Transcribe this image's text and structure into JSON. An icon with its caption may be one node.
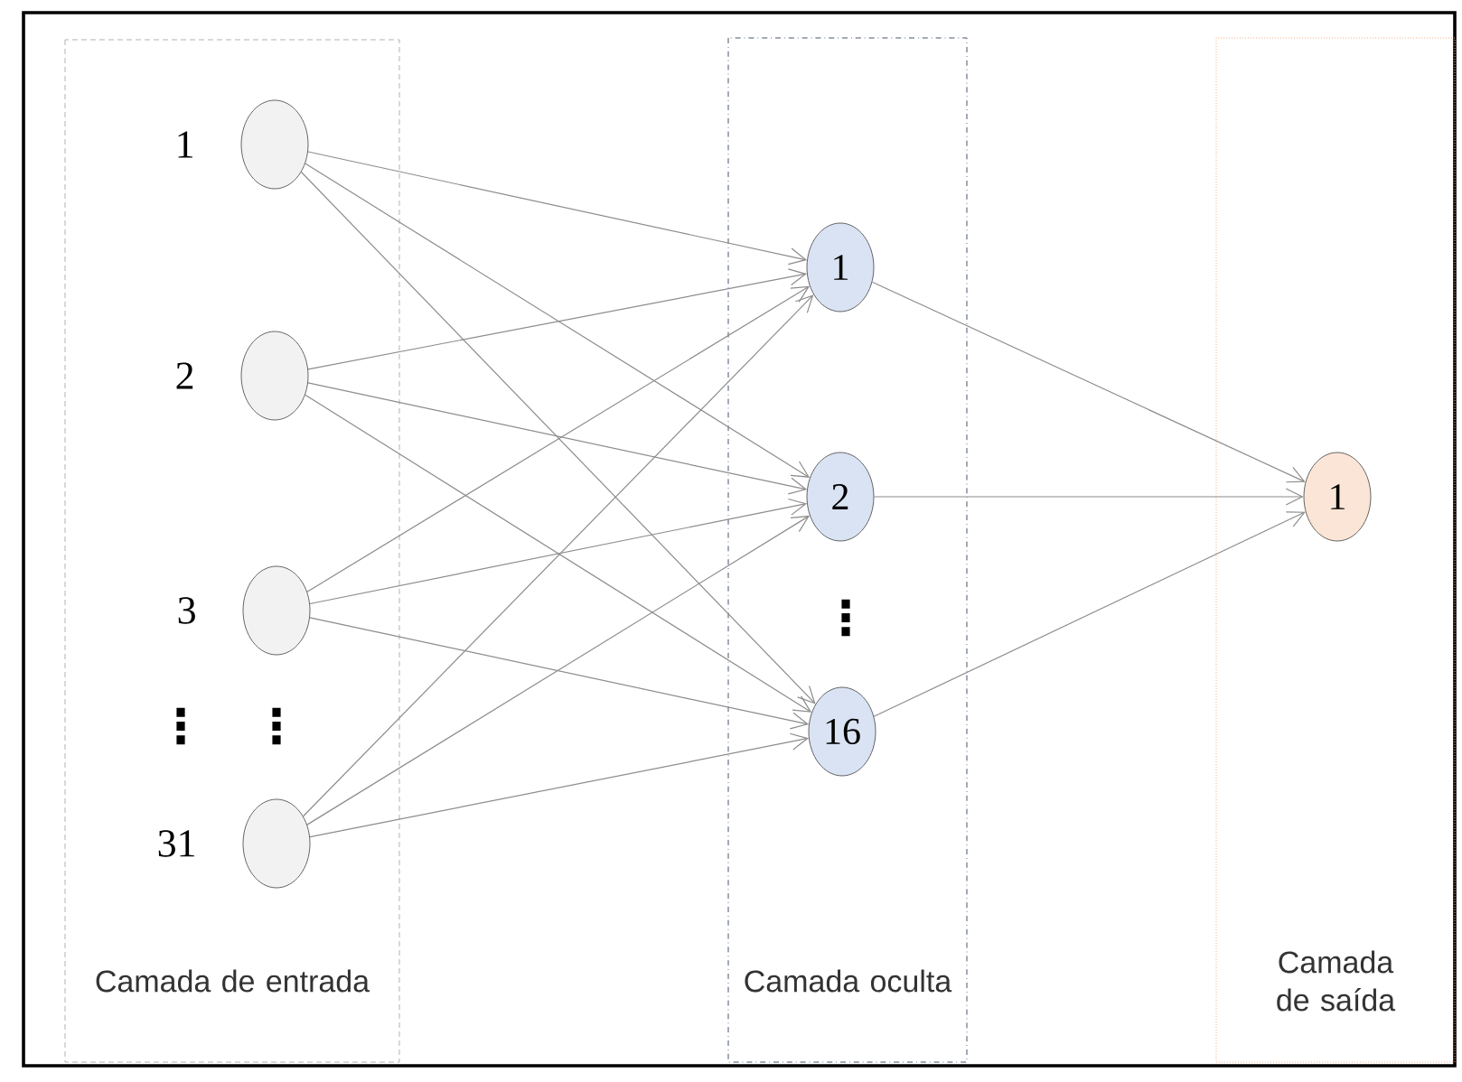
{
  "diagram": {
    "nodes": [
      {
        "text": [
          "Camada de entrada"
        ]
      },
      {
        "text": [
          "Camada oculta"
        ]
      },
      {
        "text": [
          "Camada de saída"
        ]
      },
      {
        "text": [],
        "shape": "circle",
        "in": 0,
        "beside": [
          "1"
        ]
      },
      {
        "text": [],
        "shape": "circle",
        "in": 0,
        "beside": [
          "2"
        ]
      },
      {
        "text": [],
        "shape": "circle",
        "in": 0,
        "beside": [
          "3"
        ]
      },
      {
        "text": [],
        "shape": "circle",
        "in": 0,
        "beside": [
          "31"
        ]
      },
      {
        "text": [
          "1"
        ],
        "in": 1
      },
      {
        "text": [
          "2"
        ],
        "in": 1
      },
      {
        "text": [
          "16"
        ],
        "in": 1
      },
      {
        "text": [
          "1"
        ],
        "in": 2
      }
    ],
    "edges": [
      {
        "from": 3,
        "to": 7,
        "arrow": "to"
      },
      {
        "from": 3,
        "to": 8,
        "arrow": "to"
      },
      {
        "from": 3,
        "to": 9,
        "arrow": "to"
      },
      {
        "from": 4,
        "to": 7,
        "arrow": "to"
      },
      {
        "from": 4,
        "to": 8,
        "arrow": "to"
      },
      {
        "from": 4,
        "to": 9,
        "arrow": "to"
      },
      {
        "from": 5,
        "to": 7,
        "arrow": "to"
      },
      {
        "from": 5,
        "to": 8,
        "arrow": "to"
      },
      {
        "from": 5,
        "to": 9,
        "arrow": "to"
      },
      {
        "from": 6,
        "to": 7,
        "arrow": "to"
      },
      {
        "from": 6,
        "to": 8,
        "arrow": "to"
      },
      {
        "from": 6,
        "to": 9,
        "arrow": "to"
      },
      {
        "from": 7,
        "to": 10,
        "arrow": "to"
      },
      {
        "from": 8,
        "to": 10,
        "arrow": "to"
      },
      {
        "from": 9,
        "to": 10,
        "arrow": "to"
      }
    ],
    "labels": [
      "⋮",
      "⋮",
      "⋮"
    ]
  }
}
